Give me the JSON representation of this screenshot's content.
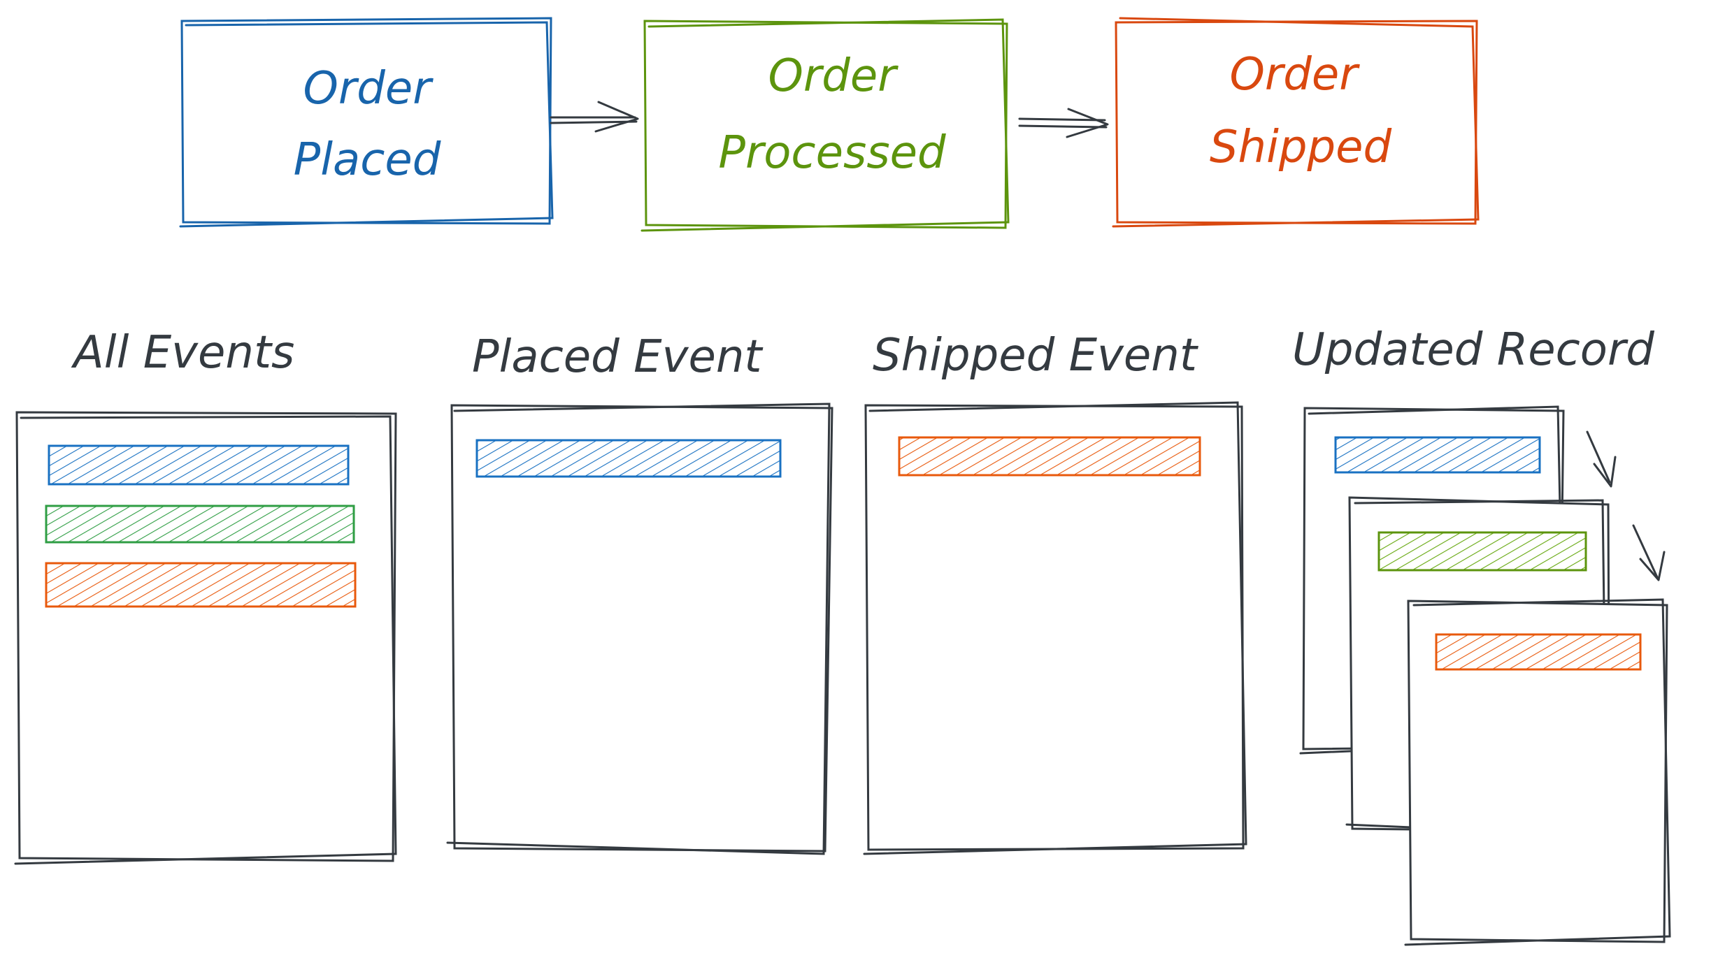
{
  "stages": [
    {
      "lines": [
        "Order",
        "Placed"
      ],
      "color": "#1864ab"
    },
    {
      "lines": [
        "Order",
        "Processed"
      ],
      "color": "#5c940d"
    },
    {
      "lines": [
        "Order",
        "Shipped"
      ],
      "color": "#d9480f"
    }
  ],
  "sections": {
    "all_events": "All Events",
    "placed_event": "Placed Event",
    "shipped_event": "Shipped Event",
    "updated_record": "Updated Record"
  },
  "colors": {
    "ink": "#343a40",
    "event_placed": "#1971c2",
    "event_processed": "#2f9e44",
    "event_processed_light": "#66a80f",
    "event_shipped": "#e8590c"
  }
}
